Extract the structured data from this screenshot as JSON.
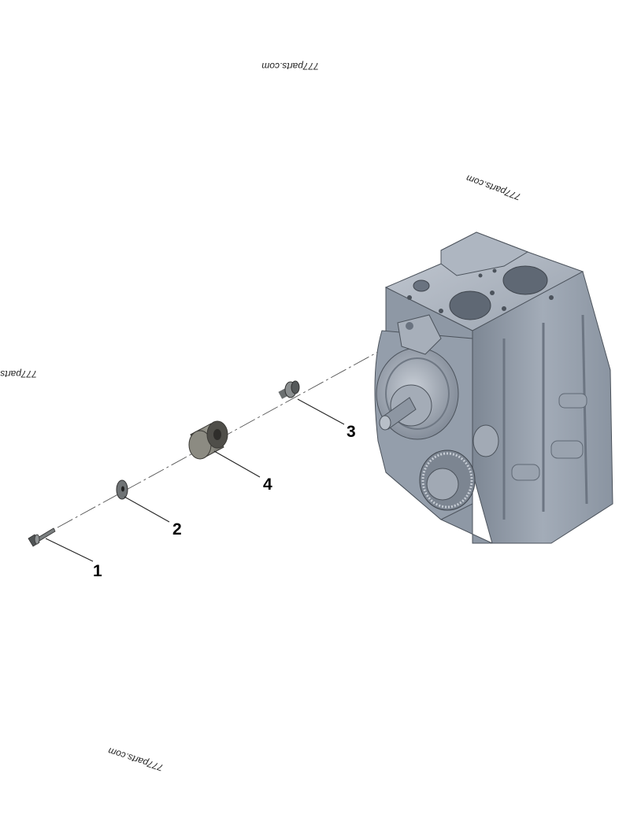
{
  "watermarks": {
    "top": "777parts.com",
    "right": "777parts.com",
    "left": "777parts",
    "bottom": "777parts.com"
  },
  "callouts": [
    "1",
    "2",
    "3",
    "4"
  ],
  "parts": {
    "bolt_icon": "bolt-icon",
    "washer_icon": "washer-icon",
    "stud_icon": "stud-icon",
    "spacer_icon": "spacer-icon",
    "block_icon": "engine-block-icon"
  },
  "colors": {
    "block": "#8f99a6",
    "block_shadow": "#5f6874",
    "block_light": "#b9c1cc",
    "hardware": "#6b6f70",
    "spacer": "#7d7c74"
  }
}
